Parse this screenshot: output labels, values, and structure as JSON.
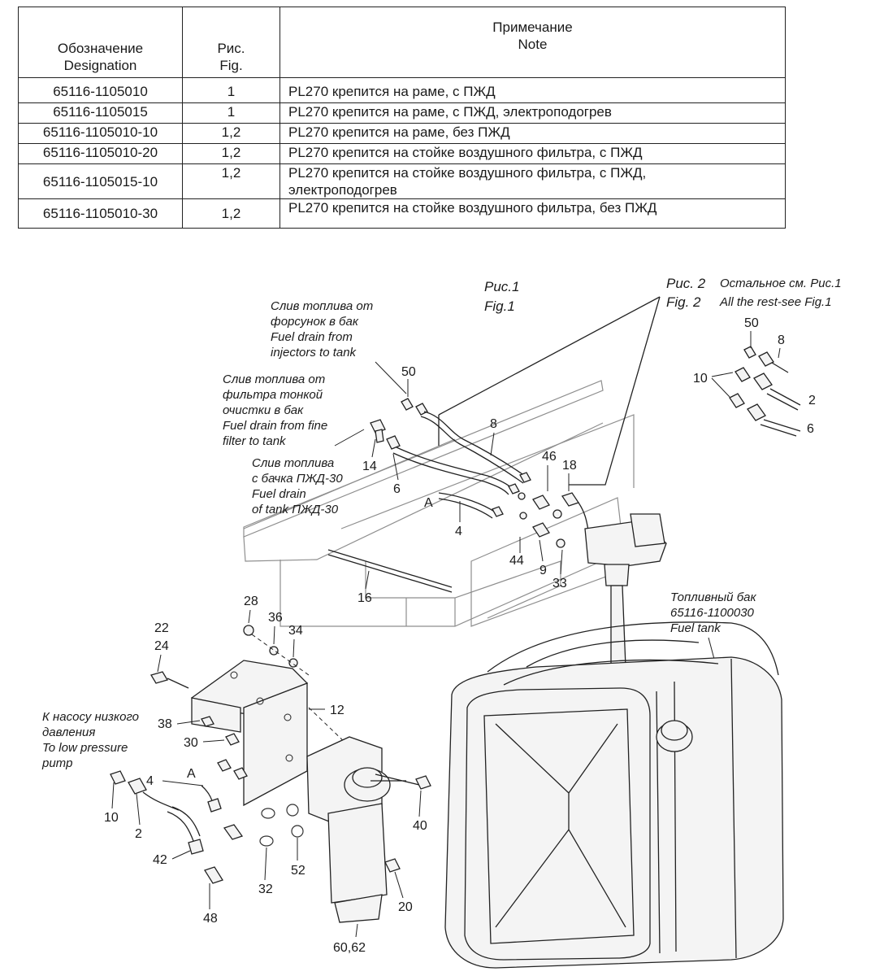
{
  "table": {
    "headers": {
      "designation": [
        "Обозначение",
        "Designation"
      ],
      "figure": [
        "Рис.",
        "Fig."
      ],
      "note": [
        "Примечание",
        "Note"
      ]
    },
    "rows": [
      {
        "designation": "65116-1105010",
        "figure": "1",
        "note": [
          "PL270 крепится на раме, с ПЖД"
        ]
      },
      {
        "designation": "65116-1105015",
        "figure": "1",
        "note": [
          "PL270 крепится на раме, с ПЖД, электроподогрев"
        ]
      },
      {
        "designation": "65116-1105010-10",
        "figure": "1,2",
        "note": [
          "PL270 крепится на раме, без ПЖД"
        ]
      },
      {
        "designation": "65116-1105010-20",
        "figure": "1,2",
        "note": [
          "PL270 крепится на стойке воздушного фильтра, с ПЖД"
        ]
      },
      {
        "designation": "65116-1105015-10",
        "figure": "1,2",
        "note": [
          "PL270 крепится на стойке воздушного фильтра, с ПЖД,",
          "электроподогрев"
        ]
      },
      {
        "designation": "65116-1105010-30",
        "figure": "1,2",
        "note": [
          "PL270 крепится на стойке воздушного фильтра, без ПЖД"
        ]
      }
    ]
  },
  "diagram": {
    "fig1_label": [
      "Рис.1",
      "Fig.1"
    ],
    "fig2_label": [
      "Рис. 2",
      "Fig. 2"
    ],
    "fig2_note": [
      "Остальное см. Рис.1",
      "All the rest-see  Fig.1"
    ],
    "captions": {
      "injector_drain": [
        "Слив топлива от",
        "форсунок в бак",
        "Fuel drain from",
        "injectors to tank"
      ],
      "fine_filter_drain": [
        "Слив топлива от",
        "фильтра тонкой",
        "очистки в бак",
        "Fuel drain from fine",
        "filter to tank"
      ],
      "pzhd_tank_drain": [
        "Слив топлива",
        "с бачка ПЖД-30",
        "Fuel drain",
        "of tank ПЖД-30"
      ],
      "fuel_tank": [
        "Топливный бак",
        "65116-1100030",
        "Fuel tank"
      ],
      "low_pressure_pump": [
        "К насосу низкого",
        "давления",
        "To low pressure",
        "pump"
      ]
    },
    "callouts": {
      "fig2_50": "50",
      "fig2_8": "8",
      "fig2_10": "10",
      "fig2_2": "2",
      "fig2_6": "6",
      "p50": "50",
      "p8": "8",
      "p14": "14",
      "p6": "6",
      "p46": "46",
      "p18": "18",
      "pA_top": "A",
      "p4_top": "4",
      "p44": "44",
      "p9": "9",
      "p33": "33",
      "p16": "16",
      "p28": "28",
      "p36": "36",
      "p34": "34",
      "p22": "22",
      "p24": "24",
      "p12": "12",
      "p38": "38",
      "p30": "30",
      "pA_bot": "A",
      "p4_bot": "4",
      "p10": "10",
      "p2": "2",
      "p42": "42",
      "p48": "48",
      "p32": "32",
      "p52": "52",
      "p40": "40",
      "p20": "20",
      "p60_62": "60,62"
    }
  }
}
